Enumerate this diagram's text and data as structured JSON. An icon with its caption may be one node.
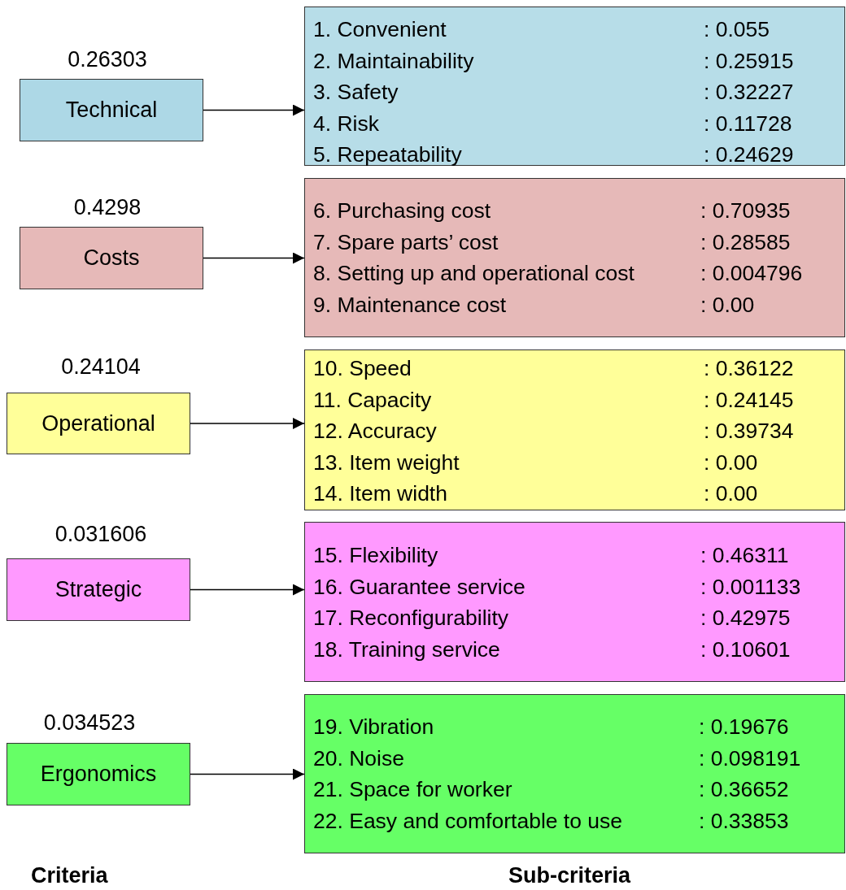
{
  "diagram": {
    "nodes": [
      {
        "text": [
          "Technical"
        ],
        "beside": [
          "0.26303"
        ]
      },
      {
        "text": [
          "1. Convenient",
          ": 0.055",
          "2. Maintainability",
          ": 0.25915",
          "3. Safety",
          ": 0.32227",
          "4. Risk",
          ": 0.11728",
          "5. Repeatability",
          ": 0.24629"
        ]
      },
      {
        "text": [
          "Costs"
        ],
        "beside": [
          "0.4298"
        ]
      },
      {
        "text": [
          "6. Purchasing cost",
          ": 0.70935",
          "7. Spare parts’ cost",
          ": 0.28585",
          "8. Setting up and operational cost",
          ": 0.004796",
          "9. Maintenance cost",
          ": 0.00"
        ]
      },
      {
        "text": [
          "Operational"
        ],
        "beside": [
          "0.24104"
        ]
      },
      {
        "text": [
          "10. Speed",
          ": 0.36122",
          "11. Capacity",
          ": 0.24145",
          "12. Accuracy",
          ": 0.39734",
          "13. Item weight",
          ": 0.00",
          "14. Item width",
          ": 0.00"
        ]
      },
      {
        "text": [
          "Strategic"
        ],
        "beside": [
          "0.031606"
        ]
      },
      {
        "text": [
          "15. Flexibility",
          ": 0.46311",
          "16. Guarantee service",
          ": 0.001133",
          "17. Reconfigurability",
          ": 0.42975",
          "18. Training service",
          ": 0.10601"
        ]
      },
      {
        "text": [
          "Ergonomics"
        ],
        "beside": [
          "0.034523"
        ]
      },
      {
        "text": [
          "19. Vibration",
          ": 0.19676",
          "20. Noise",
          ": 0.098191",
          "21. Space for worker",
          ": 0.36652",
          "22. Easy and comfortable to use",
          ": 0.33853"
        ]
      }
    ],
    "edges": [
      {
        "from": 0,
        "to": 1,
        "arrow": "to"
      },
      {
        "from": 2,
        "to": 3,
        "arrow": "to"
      },
      {
        "from": 4,
        "to": 5,
        "arrow": "to"
      },
      {
        "from": 6,
        "to": 7,
        "arrow": "to"
      },
      {
        "from": 8,
        "to": 9,
        "arrow": "to"
      }
    ],
    "labels": [
      "Criteria",
      "Sub-criteria"
    ]
  }
}
